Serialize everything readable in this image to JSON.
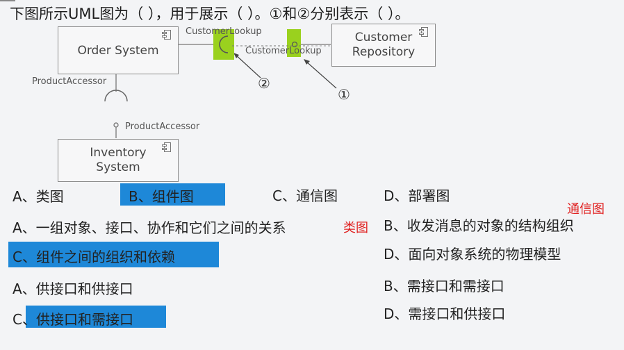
{
  "question": {
    "text": "下图所示UML图为（ ），用于展示（ ）。①和②分别表示（ ）。"
  },
  "diagram": {
    "components": [
      {
        "name": "Order System"
      },
      {
        "name": "Customer\nRepository"
      },
      {
        "name": "Inventory\nSystem"
      }
    ],
    "labels": {
      "customer_lookup_top": "CustomerLookup",
      "customer_lookup_mid": "CustomerLookup",
      "product_accessor_top": "ProductAccessor",
      "product_accessor_bottom": "ProductAccessor"
    },
    "markers": {
      "one": "①",
      "two": "②"
    }
  },
  "options": {
    "q1": {
      "a": "A、类图",
      "b": "B、组件图",
      "c": "C、通信图",
      "d": "D、部署图"
    },
    "q2": {
      "a": "A、一组对象、接口、协作和它们之间的关系",
      "b": "B、收发消息的对象的结构组织",
      "c": "C、组件之间的组织和依赖",
      "d": "D、面向对象系统的物理模型"
    },
    "q3": {
      "a": "A、供接口和供接口",
      "b": "B、需接口和需接口",
      "c_prefix": "C",
      "c": "、供接口和需接口",
      "d": "D、需接口和供接口"
    }
  },
  "annotations": {
    "note_class": "类图",
    "note_comm": "通信图"
  },
  "colors": {
    "highlight_blue": "#1e88d8",
    "highlight_green": "#9ad11e",
    "annotation_red": "#e02020"
  }
}
